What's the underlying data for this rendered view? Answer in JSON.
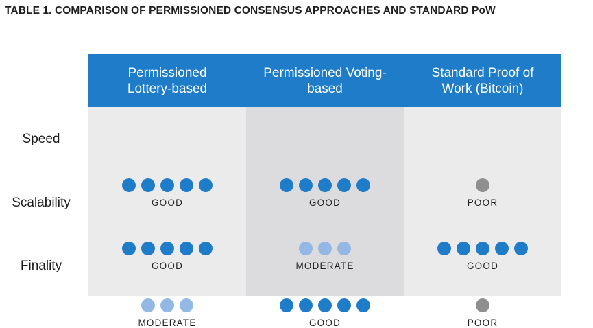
{
  "title": "TABLE 1. COMPARISON OF PERMISSIONED CONSENSUS APPROACHES AND STANDARD PoW",
  "colors": {
    "header_bg": "#1e7cc8",
    "dot_good": "#1e7cc8",
    "dot_moderate": "#94b8e6",
    "dot_poor": "#8f8f8f"
  },
  "rows": [
    "Speed",
    "Scalability",
    "Finality"
  ],
  "columns": [
    {
      "header": "Permissioned Lottery-based",
      "cells": [
        {
          "rating": "GOOD",
          "level": "good",
          "dots": 5
        },
        {
          "rating": "GOOD",
          "level": "good",
          "dots": 5
        },
        {
          "rating": "MODERATE",
          "level": "moderate",
          "dots": 3
        }
      ]
    },
    {
      "header": "Permissioned Voting-based",
      "cells": [
        {
          "rating": "GOOD",
          "level": "good",
          "dots": 5
        },
        {
          "rating": "MODERATE",
          "level": "moderate",
          "dots": 3
        },
        {
          "rating": "GOOD",
          "level": "good",
          "dots": 5
        }
      ]
    },
    {
      "header": "Standard Proof of Work (Bitcoin)",
      "cells": [
        {
          "rating": "POOR",
          "level": "poor",
          "dots": 1
        },
        {
          "rating": "GOOD",
          "level": "good",
          "dots": 5
        },
        {
          "rating": "POOR",
          "level": "poor",
          "dots": 1
        }
      ]
    }
  ]
}
